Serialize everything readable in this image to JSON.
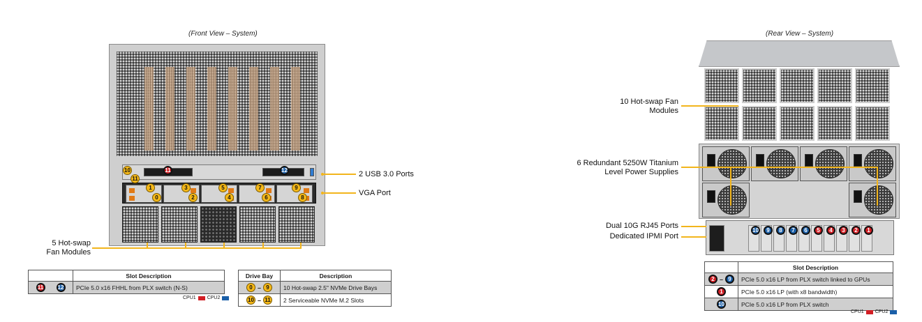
{
  "front": {
    "caption": "(Front View – System)",
    "callouts": {
      "usb": "2 USB 3.0 Ports",
      "vga": "VGA Port",
      "fans": [
        "5 Hot-swap",
        "Fan Modules"
      ]
    },
    "io_badges": [
      "10",
      "11",
      "11",
      "12"
    ],
    "drive_badges_top": [
      "1",
      "3",
      "5",
      "7",
      "9"
    ],
    "drive_badges_bottom": [
      "0",
      "2",
      "4",
      "6",
      "8"
    ]
  },
  "rear": {
    "caption": "(Rear View – System)",
    "callouts": {
      "fans": [
        "10 Hot-swap Fan",
        "Modules"
      ],
      "psu": [
        "6 Redundant 5250W Titanium",
        "Level Power Supplies"
      ],
      "lan": "Dual 10G RJ45 Ports",
      "ipmi": "Dedicated IPMI Port"
    },
    "slot_badges": [
      {
        "n": "10",
        "c": "b"
      },
      {
        "n": "9",
        "c": "b"
      },
      {
        "n": "8",
        "c": "b"
      },
      {
        "n": "7",
        "c": "b"
      },
      {
        "n": "6",
        "c": "b"
      },
      {
        "n": "5",
        "c": "r"
      },
      {
        "n": "4",
        "c": "r"
      },
      {
        "n": "3",
        "c": "r"
      },
      {
        "n": "2",
        "c": "r"
      },
      {
        "n": "1",
        "c": "r"
      }
    ]
  },
  "front_slot_table": {
    "header": "Slot Description",
    "rows": [
      {
        "badges": [
          "11",
          "12"
        ],
        "badge_colors": [
          "r",
          "b"
        ],
        "desc": "PCIe 5.0 x16 FHHL from PLX switch (N-S)"
      }
    ]
  },
  "drive_table": {
    "headers": [
      "Drive Bay",
      "Description"
    ],
    "rows": [
      {
        "from": "0",
        "to": "9",
        "dash": "–",
        "desc": "10 Hot-swap 2.5\" NVMe Drive Bays"
      },
      {
        "from": "10",
        "to": "11",
        "dash": "–",
        "desc": "2 Serviceable NVMe M.2 Slots"
      }
    ]
  },
  "rear_slot_table": {
    "header": "Slot Description",
    "rows": [
      {
        "label": "PCIe 5.0 x16 LP from PLX switch linked to GPUs",
        "range": [
          "2",
          "9"
        ],
        "dash": "–",
        "colors": [
          "r",
          "b"
        ]
      },
      {
        "label": "PCIe 5.0 x16 LP (with x8 bandwidth)",
        "single": "1",
        "color": "r"
      },
      {
        "label": "PCIe 5.0 x16 LP from PLX switch",
        "single": "10",
        "color": "b"
      }
    ]
  },
  "legend": {
    "cpu1": "CPU1",
    "cpu2": "CPU2",
    "cpu1_color": "#d21e24",
    "cpu2_color": "#1a5fa8"
  },
  "colors": {
    "callout_line": "#f2b51c",
    "drive_badge": "#f5b818"
  }
}
